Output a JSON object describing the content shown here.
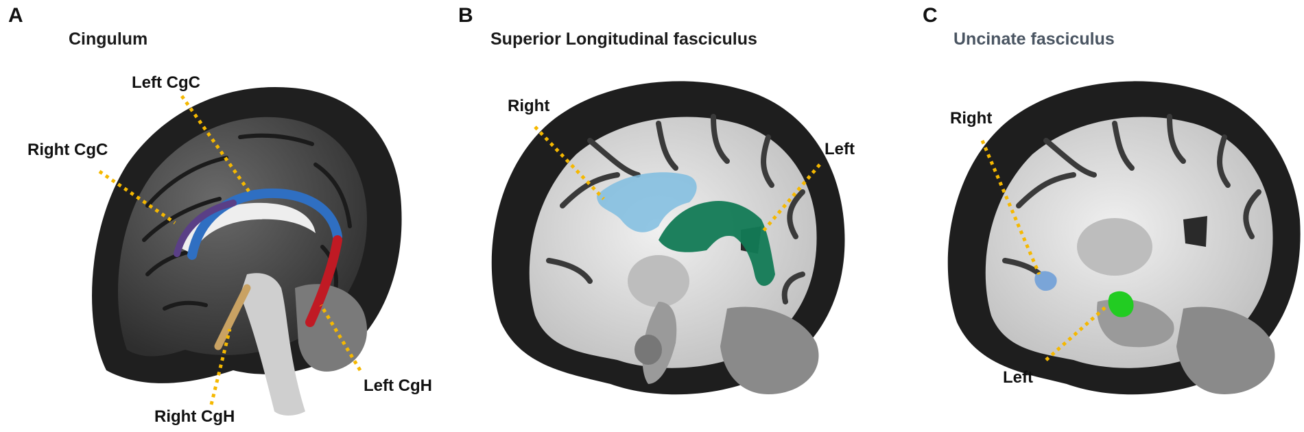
{
  "panels": [
    {
      "letter": "A",
      "title": "Cingulum",
      "labels": {
        "left_cgc": "Left CgC",
        "right_cgc": "Right CgC",
        "right_cgh": "Right CgH",
        "left_cgh": "Left CgH"
      }
    },
    {
      "letter": "B",
      "title": "Superior Longitudinal fasciculus",
      "labels": {
        "right": "Right",
        "left": "Left"
      }
    },
    {
      "letter": "C",
      "title": "Uncinate fasciculus",
      "labels": {
        "right": "Right",
        "left": "Left"
      }
    }
  ],
  "colors": {
    "leader_line": "#f5b800",
    "left_cgc_tract": "#2f6fc2",
    "right_cgc_tract": "#5a3f86",
    "right_cgh_tract": "#c9a263",
    "left_cgh_tract": "#c01a24",
    "slf_right_tract": "#7fbde0",
    "slf_left_tract": "#127a55",
    "unc_right_tract": "#7aa5d8",
    "unc_left_tract": "#22cc22",
    "cortex_gray": "#4d4d4d",
    "white_matter": "#dedede"
  }
}
